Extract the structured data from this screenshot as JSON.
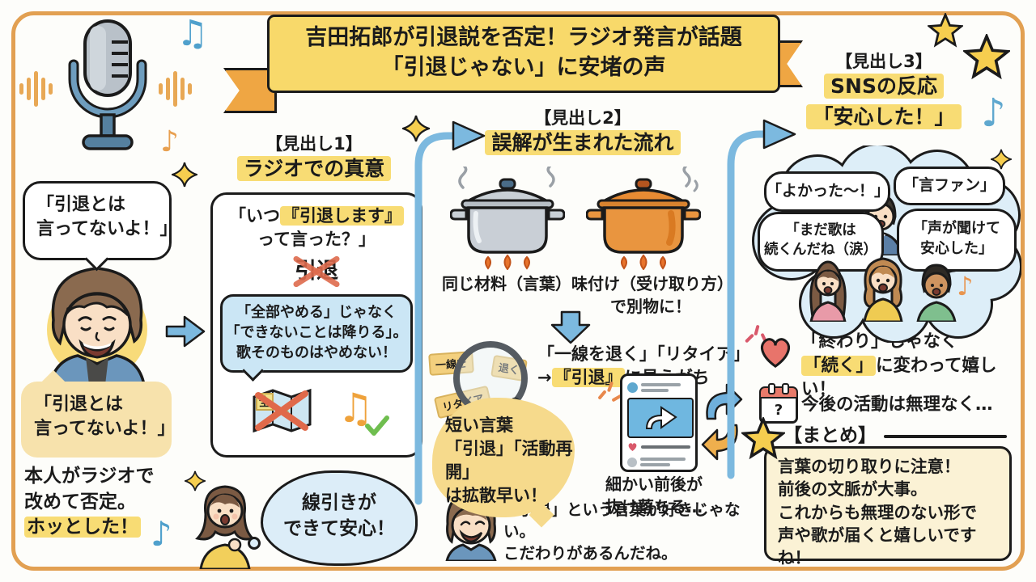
{
  "banner": {
    "line1": "吉田拓郎が引退説を否定！ラジオ発言が話題",
    "line2": "「引退じゃない」に安堵の声"
  },
  "intro": {
    "bubble_top": [
      "「引退とは",
      "言ってないよ！」"
    ],
    "bubble_bottom": [
      "「引退とは",
      "言ってないよ！」"
    ],
    "caption": [
      "本人がラジオで",
      "改めて否定。"
    ],
    "caption_highlight": "ホッとした！"
  },
  "section1": {
    "kicker": "【見出し1】",
    "title": "ラジオでの真意",
    "quote_pre": "「いつ",
    "quote_hl": "『引退します』",
    "quote_line2": "って言った？」",
    "crossed_word": "引退",
    "point": [
      "「全部やめる」じゃなく",
      "「できないことは降りる」。",
      "歌そのものはやめない！"
    ],
    "map_label": "全",
    "thought_bubble": [
      "線引きが",
      "できて安心！"
    ]
  },
  "section2": {
    "kicker": "【見出し2】",
    "title": "誤解が生まれた流れ",
    "pot_left_caption": "同じ材料（言葉）",
    "pot_right_caption": [
      "味付け（受け取り方）",
      "で別物に！"
    ],
    "magnifier_tags": [
      "一線を",
      "退く",
      "リタイア"
    ],
    "misread_line1": "「一線を退く」「リタイア」",
    "misread_pre": "→",
    "misread_hl": "『引退』",
    "misread_post": "に見えがち",
    "spread_bubble": [
      "短い言葉",
      "「引退」「活動再開」",
      "は拡散早い！"
    ],
    "sns_caption": [
      "細かい前後が",
      "抜け落ちる…"
    ],
    "comment": [
      "「引退」という言葉が好きじゃない。",
      "こだわりがあるんだね。"
    ]
  },
  "section3": {
    "kicker": "【見出し3】",
    "title_line1": "SNSの反応",
    "title_line2": "「安心した！」",
    "reactions": {
      "r1": "「よかった〜！」",
      "r2": "「言ファン」",
      "r3": [
        "「まだ歌は",
        "続くんだね（涙）"
      ],
      "r4": [
        "「声が聞けて",
        "安心した」"
      ]
    },
    "feel_line1": "「終わり」じゃなく",
    "feel_hl": "「続く」",
    "feel_post": "に変わって嬉しい！",
    "schedule": "今後の活動は無理なく…",
    "summary_kicker": "【まとめ】",
    "summary": [
      "言葉の切り取りに注意！",
      "前後の文脈が大事。",
      "これからも無理のない形で",
      "声や歌が届くと嬉しいですね！"
    ]
  },
  "icons": {
    "music_note": "♪",
    "music_note_double": "♫",
    "check": "✓"
  },
  "colors": {
    "frame_orange": "#E2A052",
    "banner_yellow": "#F8D96A",
    "highlight_yellow": "#F8DC74",
    "bubble_blue": "#CBE6F5",
    "arrow_blue": "#7CB9DF",
    "cross_red": "#DE6A4C",
    "text": "#1B1B1B"
  }
}
